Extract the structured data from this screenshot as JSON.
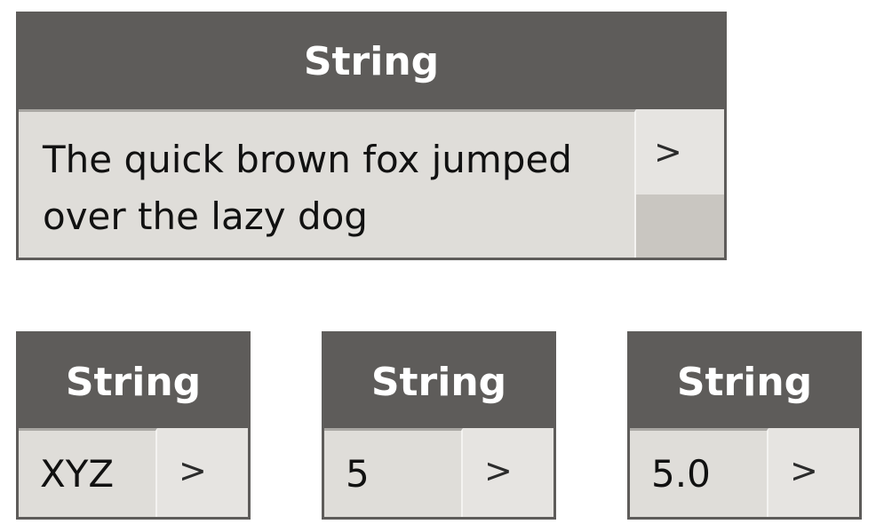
{
  "nodes": [
    {
      "title": "String",
      "value": "The quick brown fox jumped over the lazy dog",
      "output_port": ">"
    },
    {
      "title": "String",
      "value": "XYZ",
      "output_port": ">"
    },
    {
      "title": "String",
      "value": "5",
      "output_port": ">"
    },
    {
      "title": "String",
      "value": "5.0",
      "output_port": ">"
    }
  ],
  "colors": {
    "header": "#5e5c5a",
    "body": "#dfddd9",
    "port": "#e6e4e1",
    "text": "#111111",
    "title_text": "#ffffff"
  }
}
